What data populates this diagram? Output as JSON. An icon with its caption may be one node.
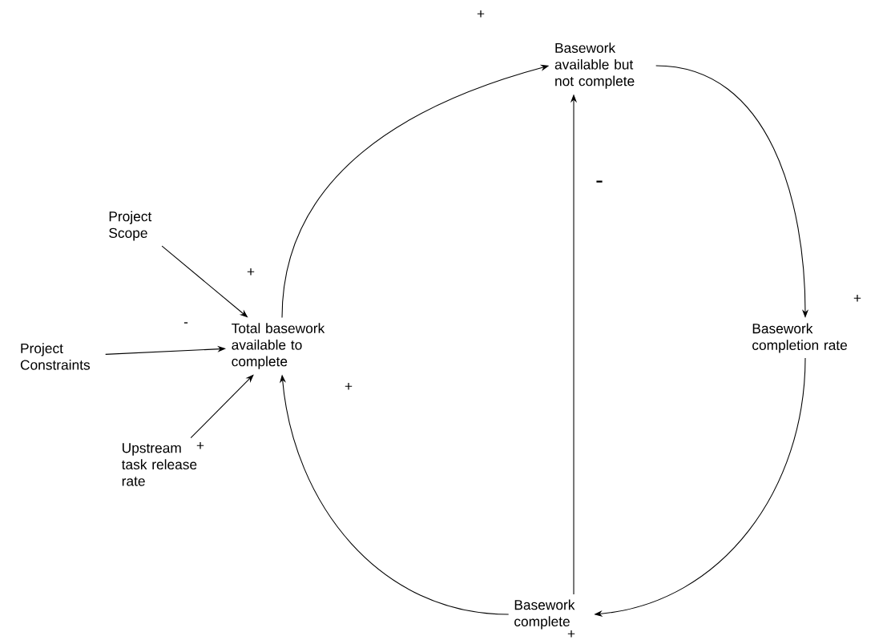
{
  "diagram": {
    "nodes": [
      {
        "text": [
          "Basework available but not complete"
        ]
      },
      {
        "text": [
          "Project Scope"
        ]
      },
      {
        "text": [
          "Total basework available to complete"
        ]
      },
      {
        "text": [
          "Project Constraints"
        ]
      },
      {
        "text": [
          "Basework completion rate"
        ]
      },
      {
        "text": [
          "Upstream task release rate"
        ]
      },
      {
        "text": [
          "Basework complete"
        ]
      }
    ],
    "edges": [
      {
        "from": 2,
        "to": 0,
        "arrow": "to",
        "label": "+"
      },
      {
        "from": 0,
        "to": 4,
        "arrow": "to",
        "label": "+"
      },
      {
        "from": 4,
        "to": 6,
        "arrow": "to",
        "label": "+"
      },
      {
        "from": 6,
        "to": 2,
        "arrow": "to",
        "label": "+"
      },
      {
        "from": 6,
        "to": 0,
        "arrow": "to",
        "label": "-"
      },
      {
        "from": 1,
        "to": 2,
        "arrow": "to",
        "label": "+"
      },
      {
        "from": 3,
        "to": 2,
        "arrow": "to",
        "label": "-"
      },
      {
        "from": 5,
        "to": 2,
        "arrow": "to",
        "label": "+"
      }
    ]
  }
}
